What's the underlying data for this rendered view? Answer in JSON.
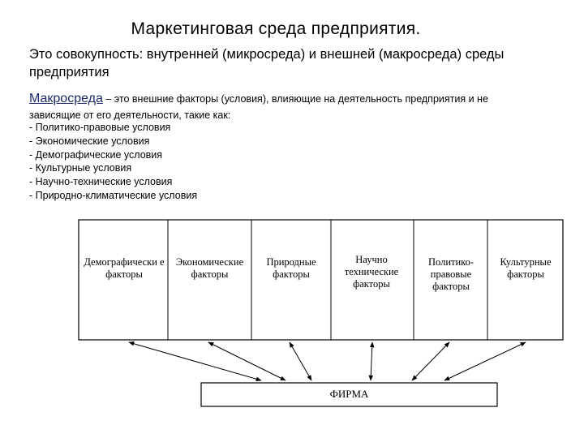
{
  "title": "Маркетинговая среда предприятия.",
  "definition": "Это совокупность: внутренней (микросреда) и внешней (макросреда) среды предприятия",
  "macro": {
    "term": "Макросреда",
    "description": " – это внешние факторы (условия), влияющие на деятельность предприятия и не",
    "continuation": "зависящие от его деятельности, такие как:"
  },
  "conditions": [
    "- Политико-правовые условия",
    "- Экономические условия",
    "- Демографические условия",
    "- Культурные условия",
    "- Научно-технические условия",
    "- Природно-климатические условия"
  ],
  "diagram": {
    "factors": [
      "Демографически е факторы",
      "Экономические факторы",
      "Природные факторы",
      "Научно технические факторы",
      "Политико-правовые факторы",
      "Культурные факторы"
    ],
    "firm": "ФИРМА"
  }
}
